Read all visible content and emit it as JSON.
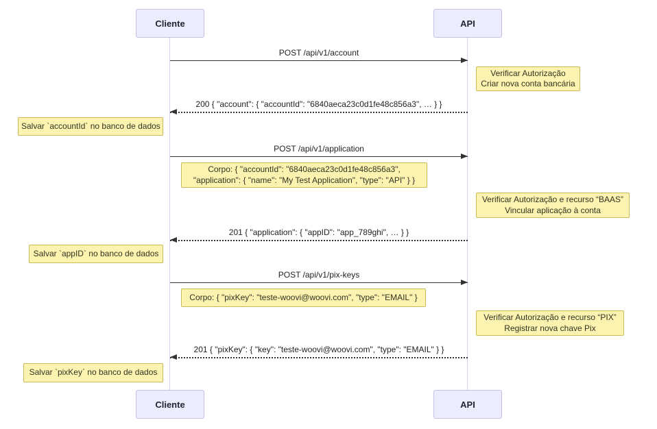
{
  "diagram": {
    "type": "sequence-diagram",
    "participants": {
      "left": "Cliente",
      "right": "API"
    },
    "messages": [
      {
        "label": "POST /api/v1/account",
        "style": "solid",
        "direction": "right"
      },
      {
        "label": "200 { \"account\": { \"accountId\": \"6840aeca23c0d1fe48c856a3\", … } }",
        "style": "dotted",
        "direction": "left"
      },
      {
        "label": "POST /api/v1/application",
        "style": "solid",
        "direction": "right"
      },
      {
        "label": "201 { \"application\": { \"appID\": \"app_789ghi\", … } }",
        "style": "dotted",
        "direction": "left"
      },
      {
        "label": "POST /api/v1/pix-keys",
        "style": "solid",
        "direction": "right"
      },
      {
        "label": "201 { \"pixKey\": { \"key\": \"teste-woovi@woovi.com\", \"type\": \"EMAIL\" } }",
        "style": "dotted",
        "direction": "left"
      }
    ],
    "notes": [
      {
        "position": "right-of-api",
        "lines": [
          "Verificar Autorização",
          "Criar nova conta bancária"
        ]
      },
      {
        "position": "left-of-cliente",
        "lines": [
          "Salvar `accountId` no banco de dados"
        ]
      },
      {
        "position": "over-both",
        "lines": [
          "Corpo: { \"accountId\": \"6840aeca23c0d1fe48c856a3\",",
          "\"application\": { \"name\": \"My Test Application\", \"type\": \"API\" } }"
        ]
      },
      {
        "position": "right-of-api",
        "lines": [
          "Verificar Autorização e recurso “BAAS”",
          "Vincular aplicação à conta"
        ]
      },
      {
        "position": "left-of-cliente",
        "lines": [
          "Salvar `appID` no banco de dados"
        ]
      },
      {
        "position": "over-both",
        "lines": [
          "Corpo: { \"pixKey\": \"teste-woovi@woovi.com\", \"type\": \"EMAIL\" }"
        ]
      },
      {
        "position": "right-of-api",
        "lines": [
          "Verificar Autorização e recurso “PIX”",
          "Registrar nova chave Pix"
        ]
      },
      {
        "position": "left-of-cliente",
        "lines": [
          "Salvar `pixKey` no banco de dados"
        ]
      }
    ],
    "colors": {
      "actor_fill": "#ECECFF",
      "actor_border": "#C3BFE8",
      "note_fill": "#FBF3AF",
      "note_border": "#C9BA55",
      "lifeline": "#D5D1EE",
      "arrow": "#333333",
      "background": "#FFFFFF"
    }
  }
}
